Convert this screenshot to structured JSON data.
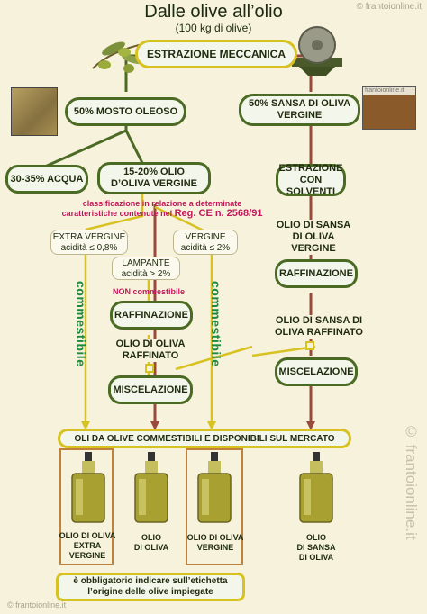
{
  "header": {
    "title": "Dalle olive all’olio",
    "subtitle": "(100 kg di olive)",
    "watermark_top": "© frantoionline.it",
    "watermark_side": "© frantoionline.it",
    "watermark_bottom": "© frantoionline.it",
    "photo_label": "frantoionline.it"
  },
  "nodes": {
    "estrazione": "ESTRAZIONE MECCANICA",
    "mosto": "50% MOSTO OLEOSO",
    "sansa": "50% SANSA DI OLIVA VERGINE",
    "acqua": "30-35% ACQUA",
    "olio_vergine": "15-20% OLIO D’OLIVA VERGINE",
    "solventi": "ESTRAZIONE CON SOLVENTI",
    "olio_sansa_vergine": "OLIO DI SANSA DI OLIVA VERGINE",
    "raffinazione_right": "RAFFINAZIONE",
    "olio_sansa_raffinato": "OLIO DI SANSA DI OLIVA RAFFINATO",
    "miscelazione_right": "MISCELAZIONE",
    "raffinazione_left": "RAFFINAZIONE",
    "olio_oliva_raffinato": "OLIO DI OLIVA RAFFINATO",
    "miscelazione_left": "MISCELAZIONE",
    "market": "OLI DA OLIVE COMMESTIBILI E DISPONIBILI SUL MERCATO",
    "obbligatorio_line1": "è obbligatorio indicare sull’etichetta",
    "obbligatorio_line2": "l’origine delle olive impiegate"
  },
  "classification": {
    "line1": "classificazione in relazione a determinate",
    "line2_a": "caratteristiche contenute nel ",
    "line2_b": "Reg. CE n. 2568/91"
  },
  "categories": {
    "extra_title": "EXTRA VERGINE",
    "extra_acid": "acidità ≤ 0,8%",
    "vergine_title": "VERGINE",
    "vergine_acid": "acidità ≤ 2%",
    "lampante_title": "LAMPANTE",
    "lampante_acid": "acidità > 2%",
    "non_commestibile": "NON commestibile"
  },
  "side_labels": {
    "left": "commestibile",
    "right": "commestibile"
  },
  "bottles": [
    {
      "l1": "OLIO DI OLIVA",
      "l2": "EXTRA",
      "l3": "VERGINE"
    },
    {
      "l1": "OLIO",
      "l2": "DI OLIVA",
      "l3": ""
    },
    {
      "l1": "OLIO DI OLIVA",
      "l2": "VERGINE",
      "l3": ""
    },
    {
      "l1": "OLIO",
      "l2": "DI SANSA",
      "l3": "DI OLIVA"
    }
  ],
  "colors": {
    "green_border": "#4b6b25",
    "yellow_border": "#d8c222",
    "sansa_line": "#9a4a3a",
    "bottle_frame": "#c0823a",
    "commestibile": "#1d8a3a",
    "reg_red": "#c2185b"
  }
}
